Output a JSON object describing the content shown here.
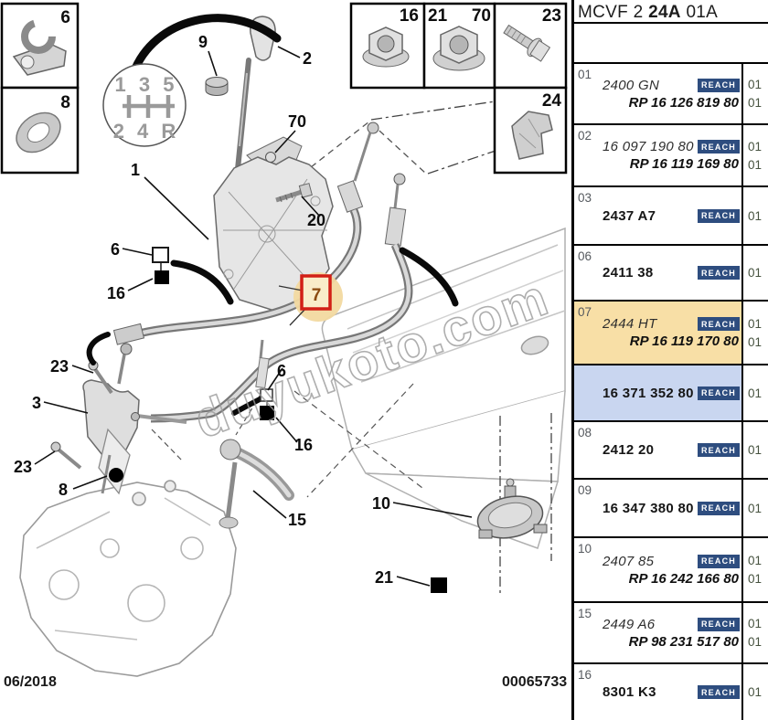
{
  "diagram": {
    "inset_boxes": {
      "box6": "6",
      "box8": "8",
      "box16": "16",
      "box21": "21",
      "box70": "70",
      "box23": "23",
      "box24": "24"
    },
    "shift_pattern": {
      "top": "1 3 5",
      "bottom": "2 4 R"
    },
    "callouts": [
      {
        "label": "9"
      },
      {
        "label": "2"
      },
      {
        "label": "70"
      },
      {
        "label": "1"
      },
      {
        "label": "20"
      },
      {
        "label": "6"
      },
      {
        "label": "16"
      },
      {
        "label": "7"
      },
      {
        "label": "23"
      },
      {
        "label": "3"
      },
      {
        "label": "23"
      },
      {
        "label": "8"
      },
      {
        "label": "6"
      },
      {
        "label": "16"
      },
      {
        "label": "15"
      },
      {
        "label": "10"
      },
      {
        "label": "21"
      }
    ],
    "watermark": "duyukoto.com",
    "footer": {
      "date": "06/2018",
      "code": "00065733"
    }
  },
  "table": {
    "header": {
      "prefix": "MCVF 2",
      "code": "24A",
      "suffix": "01A"
    },
    "reach_label": "REACH",
    "colors": {
      "highlight_orange": "#f8dfa6",
      "highlight_blue": "#c9d6f0",
      "reach_badge": "#2e4d7f"
    },
    "rows": [
      {
        "ref": "01",
        "part": "2400 GN",
        "rp": "RP 16 126 819 80",
        "qty": "01",
        "qty2": "01"
      },
      {
        "ref": "02",
        "part": "16 097 190 80",
        "rp": "RP 16 119 169 80",
        "qty": "01",
        "qty2": "01"
      },
      {
        "ref": "03",
        "part": "2437 A7",
        "qty": "01"
      },
      {
        "ref": "06",
        "part": "2411 38",
        "qty": "01"
      },
      {
        "ref": "07",
        "part": "2444 HT",
        "rp": "RP 16 119 170 80",
        "qty": "01",
        "qty2": "01"
      },
      {
        "ref": "",
        "part": "16 371 352 80",
        "qty": "01"
      },
      {
        "ref": "08",
        "part": "2412 20",
        "qty": "01"
      },
      {
        "ref": "09",
        "part": "16 347 380 80",
        "qty": "01"
      },
      {
        "ref": "10",
        "part": "2407 85",
        "rp": "RP 16 242 166 80",
        "qty": "01",
        "qty2": "01"
      },
      {
        "ref": "15",
        "part": "2449 A6",
        "rp": "RP 98 231 517 80",
        "qty": "01",
        "qty2": "01"
      },
      {
        "ref": "16",
        "part": "8301 K3",
        "qty": "01"
      }
    ]
  }
}
